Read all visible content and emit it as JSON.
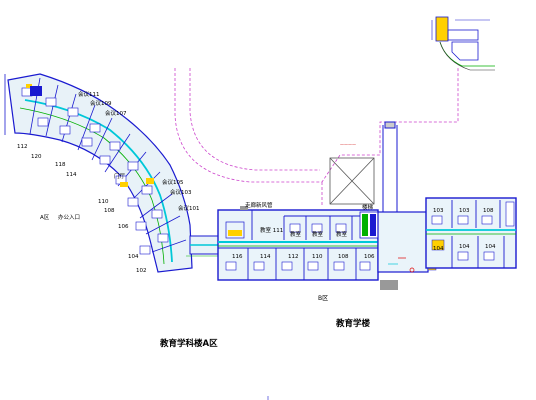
{
  "palette": {
    "wall": "#1a1ad0",
    "pipe": "#00b000",
    "dash": "#cc44cc",
    "accent": "#ffd000",
    "cyan": "#00c8d8",
    "red": "#e00000"
  },
  "captions": {
    "left_building": "教育学科楼A区",
    "right_building": "教育学楼",
    "b_zone": "B区",
    "a_zone": "A区",
    "a_side": "办公入口"
  },
  "left_rooms": [
    {
      "label": "会议111"
    },
    {
      "label": "会议109"
    },
    {
      "label": "会议107"
    },
    {
      "label": "会议105"
    },
    {
      "label": "会议103"
    },
    {
      "label": "会议101"
    },
    {
      "label": "112"
    },
    {
      "label": "120"
    },
    {
      "label": "118"
    },
    {
      "label": "114"
    },
    {
      "label": "110"
    },
    {
      "label": "108"
    },
    {
      "label": "106"
    },
    {
      "label": "104"
    },
    {
      "label": "102"
    },
    {
      "label": "门厅"
    }
  ],
  "mid_rooms_top": [
    {
      "label": "教室 111"
    },
    {
      "label": "教室"
    },
    {
      "label": "教室"
    },
    {
      "label": "教室"
    }
  ],
  "mid_rooms_bottom": [
    {
      "label": "116"
    },
    {
      "label": "114"
    },
    {
      "label": "112"
    },
    {
      "label": "110"
    },
    {
      "label": "108"
    },
    {
      "label": "106"
    }
  ],
  "right_rooms": [
    {
      "label": "103"
    },
    {
      "label": "103"
    },
    {
      "label": "108"
    },
    {
      "label": "104"
    },
    {
      "label": "104"
    },
    {
      "label": "104"
    }
  ],
  "stair_label": "楼梯",
  "corridor_label": "走廊新风管"
}
